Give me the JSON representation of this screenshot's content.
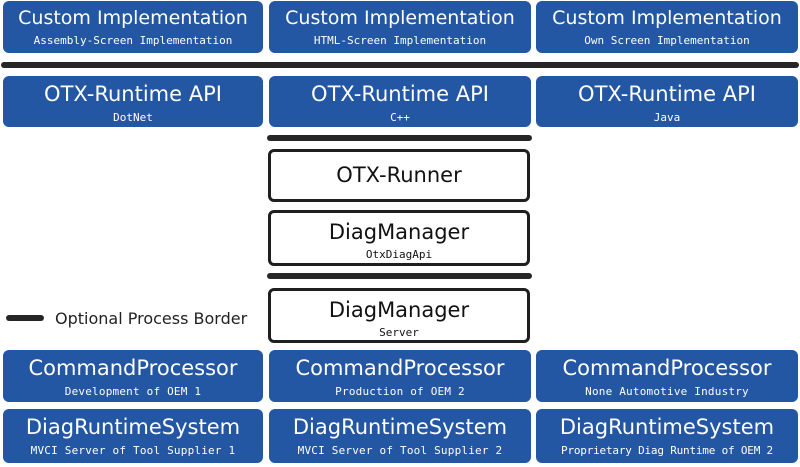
{
  "custom_implementation": [
    {
      "title": "Custom Implementation",
      "subtitle": "Assembly-Screen Implementation"
    },
    {
      "title": "Custom Implementation",
      "subtitle": "HTML-Screen Implementation"
    },
    {
      "title": "Custom Implementation",
      "subtitle": "Own Screen Implementation"
    }
  ],
  "runtime_api": [
    {
      "title": "OTX-Runtime API",
      "subtitle": "DotNet"
    },
    {
      "title": "OTX-Runtime API",
      "subtitle": "C++"
    },
    {
      "title": "OTX-Runtime API",
      "subtitle": "Java"
    }
  ],
  "otx_runner": {
    "title": "OTX-Runner"
  },
  "diag_manager_api": {
    "title": "DiagManager",
    "subtitle": "OtxDiagApi"
  },
  "diag_manager_server": {
    "title": "DiagManager",
    "subtitle": "Server"
  },
  "legend": {
    "label": "Optional Process Border"
  },
  "command_processor": [
    {
      "title": "CommandProcessor",
      "subtitle": "Development of OEM 1"
    },
    {
      "title": "CommandProcessor",
      "subtitle": "Production of OEM 2"
    },
    {
      "title": "CommandProcessor",
      "subtitle": "None Automotive Industry"
    }
  ],
  "diag_runtime_system": [
    {
      "title": "DiagRuntimeSystem",
      "subtitle": "MVCI Server of Tool Supplier 1"
    },
    {
      "title": "DiagRuntimeSystem",
      "subtitle": "MVCI Server of Tool Supplier 2"
    },
    {
      "title": "DiagRuntimeSystem",
      "subtitle": "Proprietary Diag Runtime of OEM 2"
    }
  ],
  "colors": {
    "box_fill": "#2356a3",
    "box_text": "#ffffff",
    "border_bar": "#262626"
  }
}
